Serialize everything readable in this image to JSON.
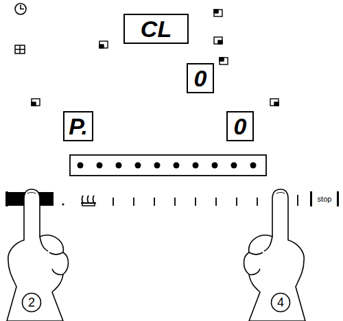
{
  "diagram": {
    "nodes": [
      {
        "text": [
          "CL"
        ]
      },
      {
        "text": [
          "0"
        ]
      },
      {
        "text": [
          "P."
        ]
      },
      {
        "text": [
          "0"
        ]
      },
      {
        "text": [
          "stop"
        ]
      },
      {
        "text": [
          "2"
        ]
      },
      {
        "text": [
          "4"
        ]
      }
    ]
  }
}
